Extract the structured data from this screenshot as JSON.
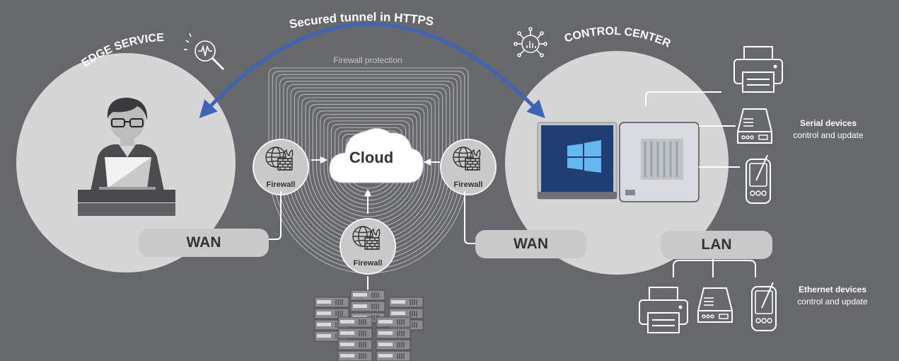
{
  "tunnel_label": "Secured tunnel in HTTPS",
  "edge_label": "EDGE SERVICE",
  "control_label": "CONTROL CENTER",
  "firewall_protection_label": "Firewall protection",
  "cloud_label": "Cloud",
  "firewall_label": "Firewall",
  "wan_left_label": "WAN",
  "wan_right_label": "WAN",
  "lan_label": "LAN",
  "serial_devices": {
    "title": "Serial devices",
    "subtitle": "control and update"
  },
  "ethernet_devices": {
    "title": "Ethernet devices",
    "subtitle": "control and update"
  },
  "colors": {
    "background": "#67686b",
    "circle": "#d6d6d7",
    "arrow": "#3f63b5",
    "pill": "#c9c9ca"
  },
  "icons": [
    "monitor-pulse-icon",
    "network-analytics-icon",
    "firewall-icon",
    "printer-icon",
    "hard-drive-icon",
    "handheld-device-icon",
    "user-icon",
    "server-rack-icon",
    "panel-pc-icon",
    "cloud-icon"
  ]
}
